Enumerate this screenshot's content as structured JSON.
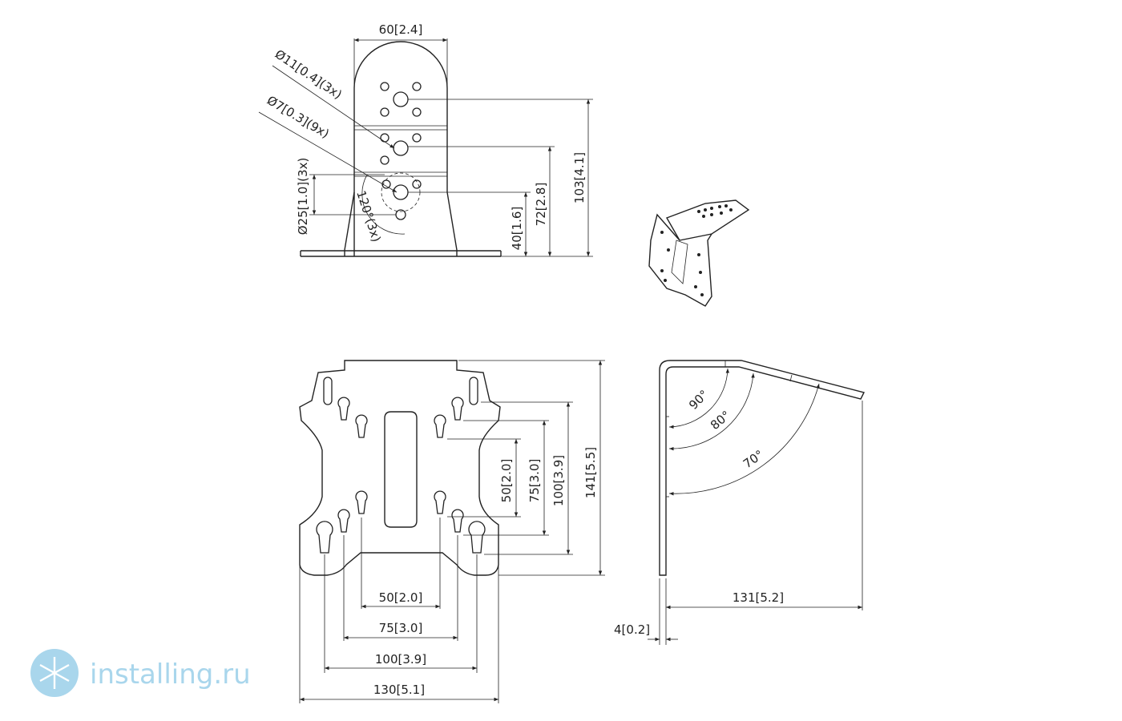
{
  "colors": {
    "line": "#222222",
    "watermark": "#a9d6ec",
    "background": "#ffffff"
  },
  "top_view": {
    "width_label": "60[2.4]",
    "hole_large_label": "Ø11[0.4](3x)",
    "hole_small_label": "Ø7[0.3](9x)",
    "circle_label": "Ø25[1.0](3x)",
    "angle_label": "120°(3x)",
    "h40_label": "40[1.6]",
    "h72_label": "72[2.8]",
    "h103_label": "103[4.1]"
  },
  "front_view": {
    "w50_label": "50[2.0]",
    "w75_label": "75[3.0]",
    "w100_label": "100[3.9]",
    "w130_label": "130[5.1]",
    "v50_label": "50[2.0]",
    "v75_label": "75[3.0]",
    "v100_label": "100[3.9]",
    "v141_label": "141[5.5]"
  },
  "side_view": {
    "angle_90": "90°",
    "angle_80": "80°",
    "angle_70": "70°",
    "length_label": "131[5.2]",
    "thickness_label": "4[0.2]"
  },
  "watermark": {
    "text": "installing.ru",
    "logo_icon": "snowflake-logo-icon"
  }
}
